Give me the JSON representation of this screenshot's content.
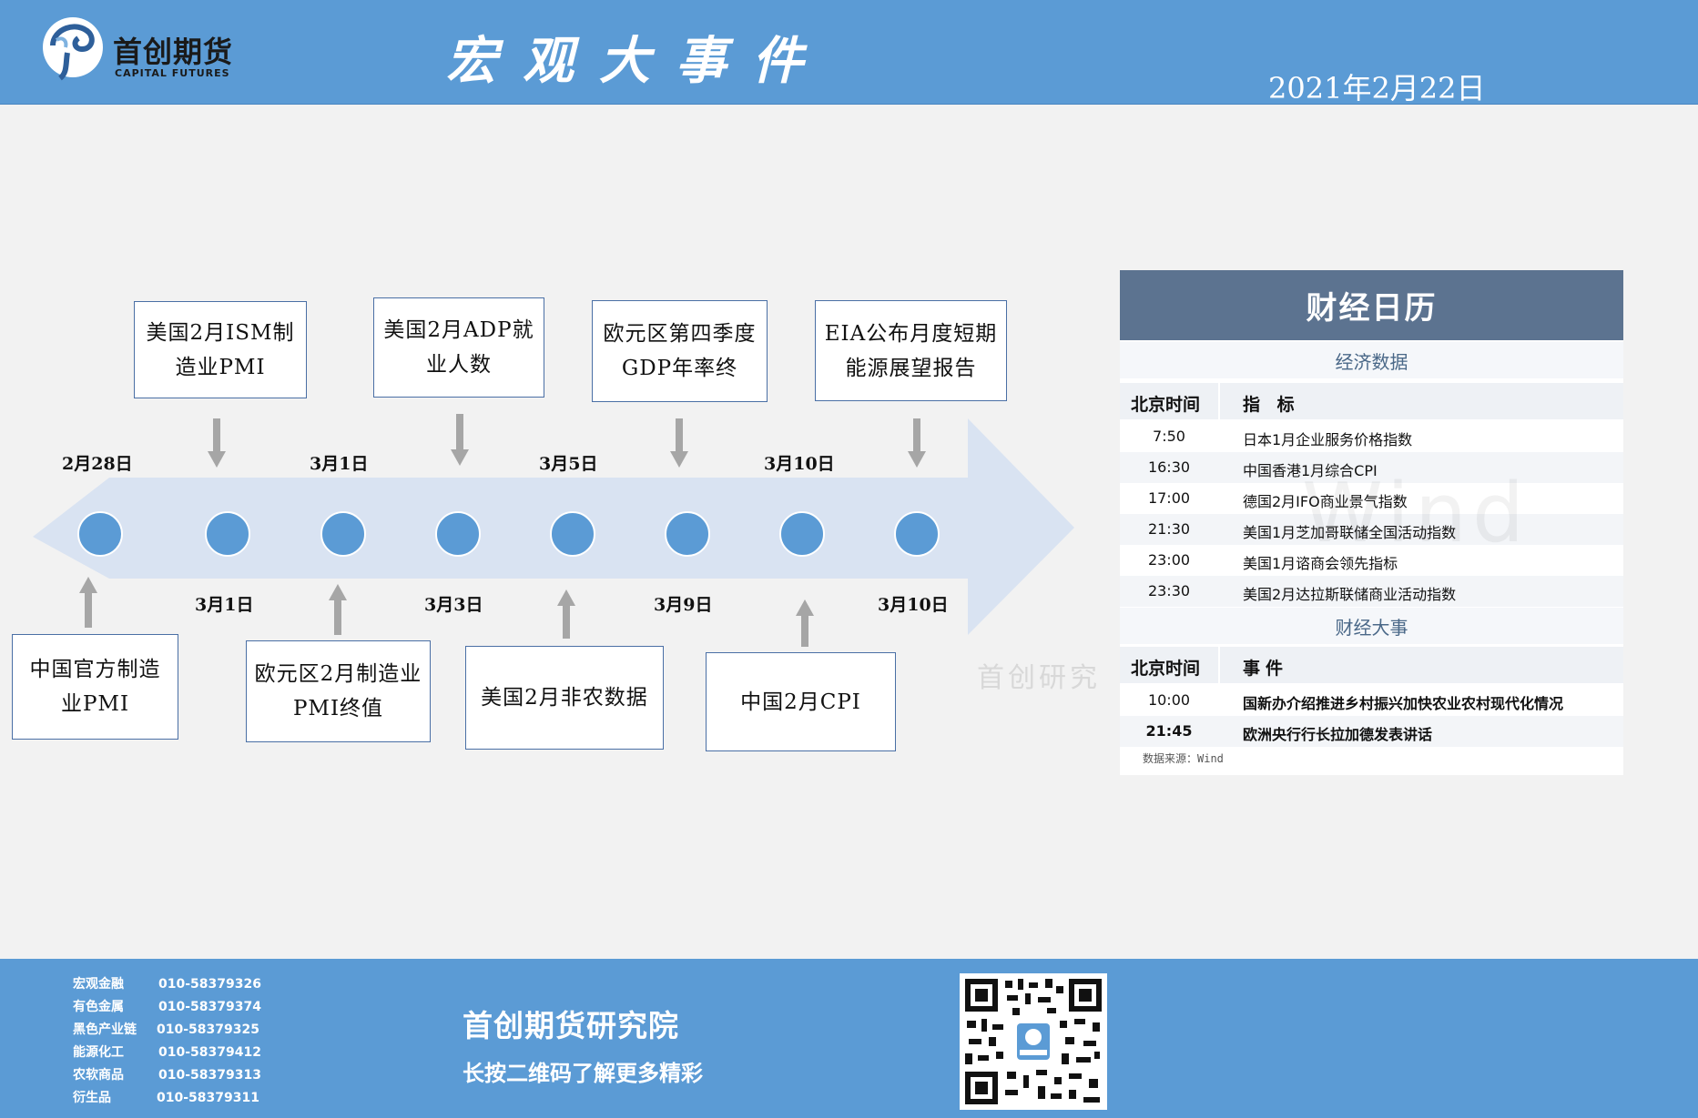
{
  "header": {
    "brand_name": "首创期货",
    "brand_sub": "CAPITAL FUTURES",
    "title": "宏观大事件",
    "date": "2021年2月22日"
  },
  "timeline": {
    "top_events": [
      {
        "date": "2月28日",
        "label": "美国2月ISM制造业PMI"
      },
      {
        "date": "3月1日",
        "label": "美国2月ADP就业人数"
      },
      {
        "date": "3月5日",
        "label": "欧元区第四季度GDP年率终"
      },
      {
        "date": "3月10日",
        "label": "EIA公布月度短期能源展望报告"
      }
    ],
    "bottom_events": [
      {
        "date": "3月1日",
        "label": "中国官方制造业PMI"
      },
      {
        "date": "3月3日",
        "label": "欧元区2月制造业PMI终值"
      },
      {
        "date": "3月9日",
        "label": "美国2月非农数据"
      },
      {
        "date": "3月10日",
        "label": "中国2月CPI"
      }
    ],
    "colors": {
      "arrow": "#d9e3f2",
      "dot": "#5b9bd5",
      "pointer": "#a6a6a6"
    }
  },
  "calendar": {
    "title": "财经日历",
    "econ_section": "经济数据",
    "col_time": "北京时间",
    "col_indicator": "指 标",
    "econ_rows": [
      {
        "time": "7:50",
        "name": "日本1月企业服务价格指数"
      },
      {
        "time": "16:30",
        "name": "中国香港1月综合CPI"
      },
      {
        "time": "17:00",
        "name": "德国2月IFO商业景气指数"
      },
      {
        "time": "21:30",
        "name": "美国1月芝加哥联储全国活动指数"
      },
      {
        "time": "23:00",
        "name": "美国1月谘商会领先指标"
      },
      {
        "time": "23:30",
        "name": "美国2月达拉斯联储商业活动指数"
      }
    ],
    "event_section": "财经大事",
    "col_event": "事件",
    "event_rows": [
      {
        "time": "10:00",
        "name": "国新办介绍推进乡村振兴加快农业农村现代化情况"
      },
      {
        "time": "21:45",
        "name": "欧洲央行行长拉加德发表讲话"
      }
    ],
    "source": "数据来源：Wind",
    "watermark": "首创研究",
    "watermark2": "Wind"
  },
  "footer": {
    "contacts": [
      {
        "label": "宏观金融",
        "phone": "010-58379326"
      },
      {
        "label": "有色金属",
        "phone": "010-58379374"
      },
      {
        "label": "黑色产业链",
        "phone": "010-58379325"
      },
      {
        "label": "能源化工",
        "phone": "010-58379412"
      },
      {
        "label": "农软商品",
        "phone": "010-58379313"
      },
      {
        "label": "衍生品",
        "phone": "010-58379311"
      }
    ],
    "institute": "首创期货研究院",
    "tagline": "长按二维码了解更多精彩",
    "qr_icon": "qr-code-icon"
  }
}
